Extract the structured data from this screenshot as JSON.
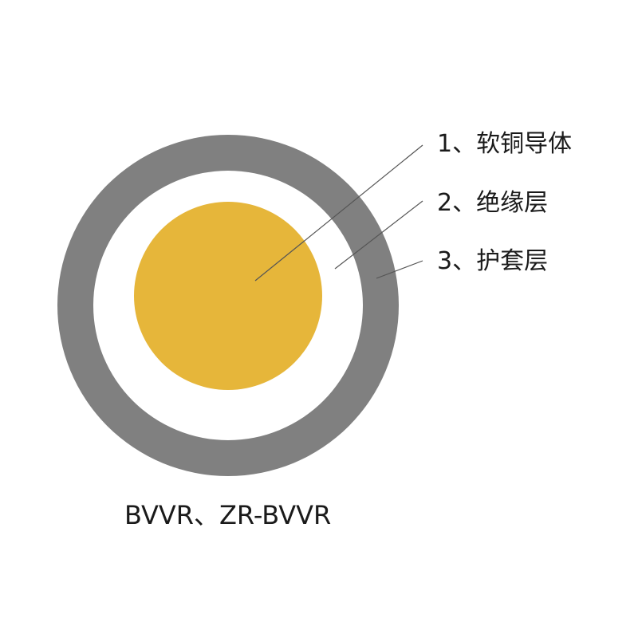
{
  "layers": [
    {
      "id": "conductor",
      "label": "1、软铜导体",
      "color": "#e6b63a"
    },
    {
      "id": "insulation",
      "label": "2、绝缘层",
      "color": "#ffffff"
    },
    {
      "id": "sheath",
      "label": "3、护套层",
      "color": "#808080"
    }
  ],
  "caption": "BVVR、ZR-BVVR",
  "leader_color": "#555555"
}
